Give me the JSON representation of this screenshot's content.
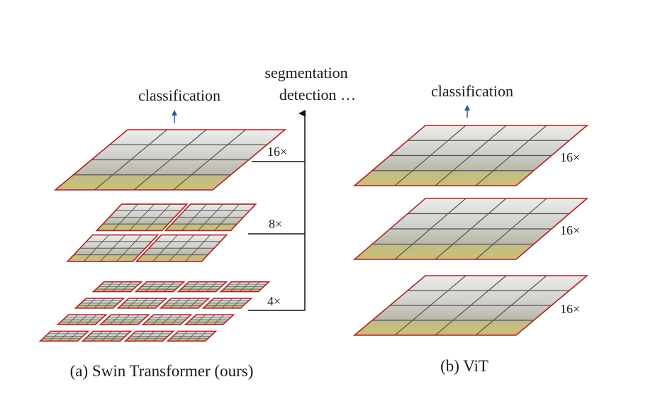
{
  "swin": {
    "output_label": "classification",
    "heads_line1": "segmentation",
    "heads_line2": "detection …",
    "stage_16_label": "16×",
    "stage_8_label": "8×",
    "stage_4_label": "4×",
    "caption": "(a) Swin Transformer (ours)"
  },
  "vit": {
    "output_label": "classification",
    "layer1_label": "16×",
    "layer2_label": "16×",
    "layer3_label": "16×",
    "caption": "(b) ViT"
  },
  "colors": {
    "patch_border": "#b22222",
    "grid": "#555555",
    "arrow_blue": "#2f5597",
    "line": "#111111",
    "image_sky": "#e4e4e2",
    "image_mid": "#c9c9c6",
    "image_ground": "#c8c070"
  }
}
